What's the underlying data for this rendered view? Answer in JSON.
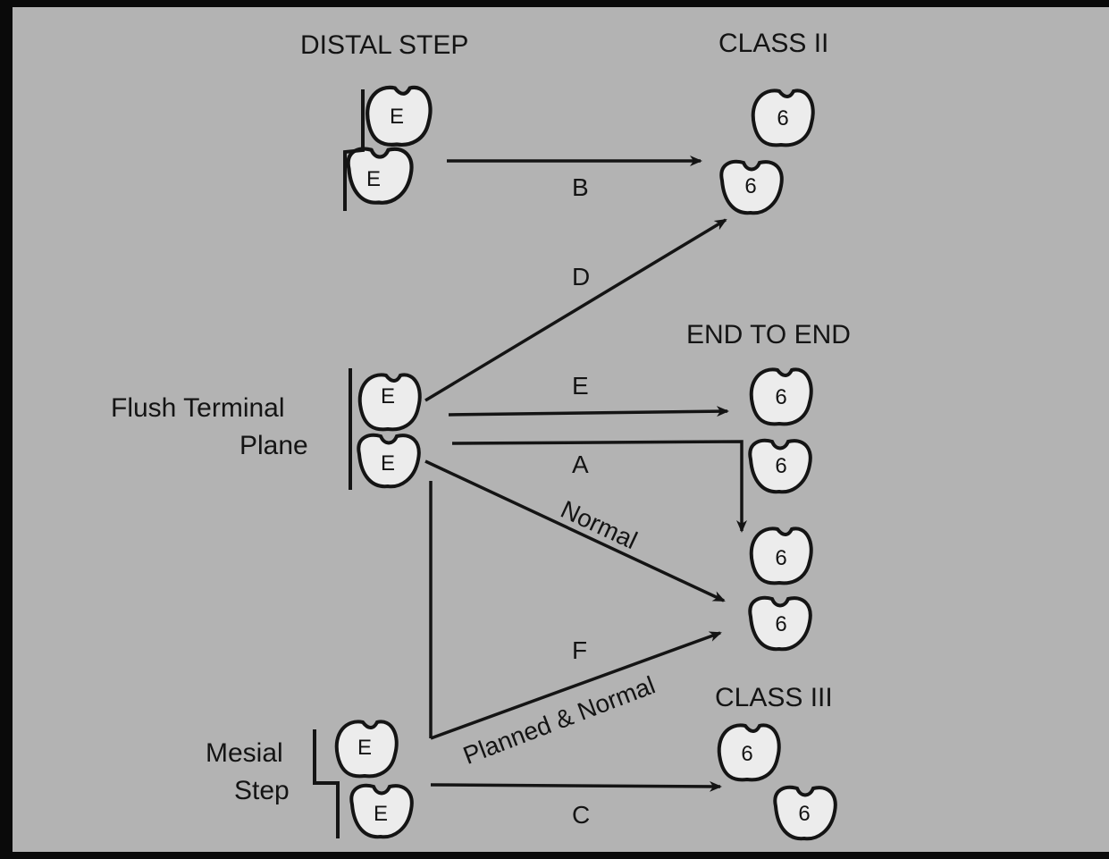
{
  "headings": {
    "distal_step": "DISTAL STEP",
    "class_ii": "CLASS II",
    "end_to_end": "END TO END",
    "class_iii": "CLASS III"
  },
  "side_labels": {
    "flush_terminal_line1": "Flush Terminal",
    "flush_terminal_line2": "Plane",
    "mesial_line1": "Mesial",
    "mesial_line2": "Step"
  },
  "path_labels": {
    "B": "B",
    "D": "D",
    "E": "E",
    "A": "A",
    "F": "F",
    "C": "C",
    "normal": "Normal",
    "planned_normal": "Planned & Normal"
  },
  "teeth": {
    "deciduous": "E",
    "permanent": "6"
  },
  "colors": {
    "paper": "#b3b3b3",
    "ink": "#141414",
    "tooth_fill": "#ececec",
    "border": "#0a0a0a"
  }
}
